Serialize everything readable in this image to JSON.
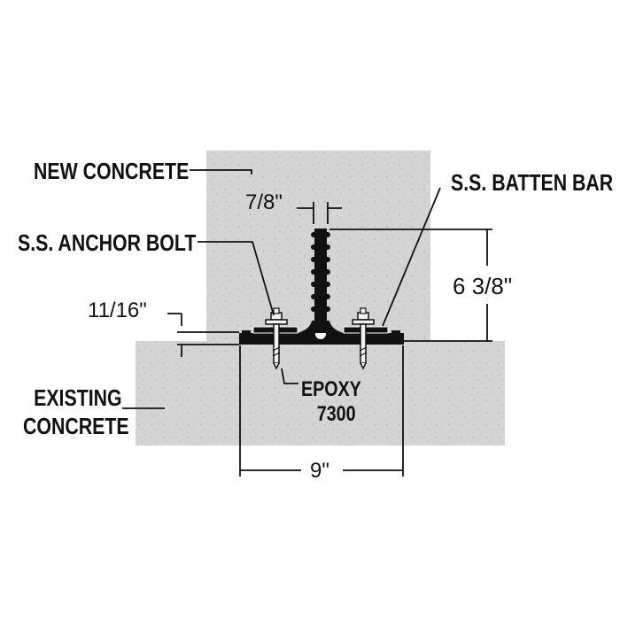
{
  "labels": {
    "new_concrete": "NEW CONCRETE",
    "batten_bar": "S.S. BATTEN BAR",
    "anchor_bolt": "S.S. ANCHOR BOLT",
    "existing_concrete_line1": "EXISTING",
    "existing_concrete_line2": "CONCRETE",
    "epoxy_line1": "EPOXY",
    "epoxy_line2": "7300"
  },
  "dimensions": {
    "bulb_width": "7/8\"",
    "stop_height": "6 3/8\"",
    "flange_thickness": "11/16\"",
    "flange_width": "9\""
  },
  "colors": {
    "concrete": "#d4d4d4",
    "concrete_speckle": "#b9b9b9",
    "waterstop": "#111111",
    "line": "#111111",
    "bolt": "#f2f2f2"
  }
}
